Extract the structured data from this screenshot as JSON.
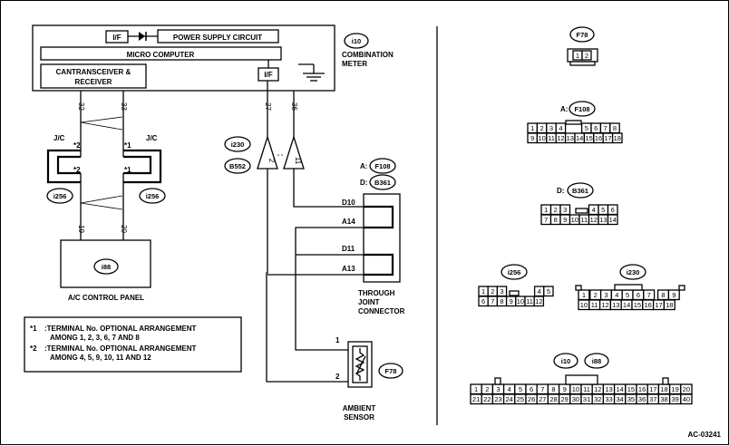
{
  "combination_meter": {
    "if_top": "I/F",
    "power_supply": "POWER SUPPLY CIRCUIT",
    "micro_computer": "MICRO COMPUTER",
    "can_transceiver_line1": "CANTRANSCEIVER &",
    "can_transceiver_line2": "RECEIVER",
    "if_right": "I/F",
    "ref": "i10",
    "name_line1": "COMBINATION",
    "name_line2": "METER"
  },
  "pins": {
    "p32": "32",
    "p33": "33",
    "p27": "27",
    "p36": "36",
    "p19": "19",
    "p20": "20",
    "p2": "2",
    "p11": "11",
    "sensor_1": "1",
    "sensor_2": "2"
  },
  "junction": {
    "jc_left": "J/C",
    "jc_right": "J/C",
    "star2_a": "*2",
    "star1_a": "*1",
    "star2_b": "*2",
    "star1_b": "*1",
    "ref_left": "i256",
    "ref_right": "i256"
  },
  "ac_panel": {
    "ref": "i88",
    "name": "A/C CONTROL PANEL"
  },
  "connector_refs": {
    "i230": "i230",
    "b552": "B552"
  },
  "through_joint": {
    "a_label": "A:",
    "a_ref": "F108",
    "d_label": "D:",
    "d_ref": "B361",
    "d10": "D10",
    "a14": "A14",
    "d11": "D11",
    "a13": "A13",
    "name_line1": "THROUGH",
    "name_line2": "JOINT",
    "name_line3": "CONNECTOR"
  },
  "ambient_sensor": {
    "ref": "F78",
    "name_line1": "AMBIENT",
    "name_line2": "SENSOR"
  },
  "notes": {
    "n1_mark": "*1",
    "n1_line1": ":TERMINAL No. OPTIONAL ARRANGEMENT",
    "n1_line2": "AMONG 1, 2, 3, 6, 7 AND 8",
    "n2_mark": "*2",
    "n2_line1": ":TERMINAL No. OPTIONAL ARRANGEMENT",
    "n2_line2": "AMONG 4, 5, 9, 10, 11 AND 12"
  },
  "connector_views": {
    "f78": {
      "ref": "F78",
      "pins": [
        "1",
        "2"
      ]
    },
    "f108": {
      "label": "A:",
      "ref": "F108",
      "row1": [
        "1",
        "2",
        "3",
        "4",
        "5",
        "6",
        "7",
        "8"
      ],
      "row2": [
        "9",
        "10",
        "11",
        "12",
        "13",
        "14",
        "15",
        "16",
        "17",
        "18"
      ]
    },
    "b361": {
      "label": "D:",
      "ref": "B361",
      "row1": [
        "1",
        "2",
        "3",
        "4",
        "5",
        "6"
      ],
      "row2": [
        "7",
        "8",
        "9",
        "10",
        "11",
        "12",
        "13",
        "14"
      ]
    },
    "i256": {
      "ref": "i256",
      "row1": [
        "1",
        "2",
        "3",
        "4",
        "5"
      ],
      "row2": [
        "6",
        "7",
        "8",
        "9",
        "10",
        "11",
        "12"
      ]
    },
    "i230": {
      "ref": "i230",
      "row1": [
        "1",
        "2",
        "3",
        "4",
        "5",
        "6",
        "7",
        "8",
        "9"
      ],
      "row2": [
        "10",
        "11",
        "12",
        "13",
        "14",
        "15",
        "16",
        "17",
        "18"
      ]
    },
    "i10_i88": {
      "ref1": "i10",
      "ref2": "i88",
      "row1": [
        "1",
        "2",
        "3",
        "4",
        "5",
        "6",
        "7",
        "8",
        "9",
        "10",
        "11",
        "12",
        "13",
        "14",
        "15",
        "16",
        "17",
        "18",
        "19",
        "20"
      ],
      "row2": [
        "21",
        "22",
        "23",
        "24",
        "25",
        "26",
        "27",
        "28",
        "29",
        "30",
        "31",
        "32",
        "33",
        "34",
        "35",
        "36",
        "37",
        "38",
        "39",
        "40"
      ]
    }
  },
  "diagram_code": "AC-03241"
}
